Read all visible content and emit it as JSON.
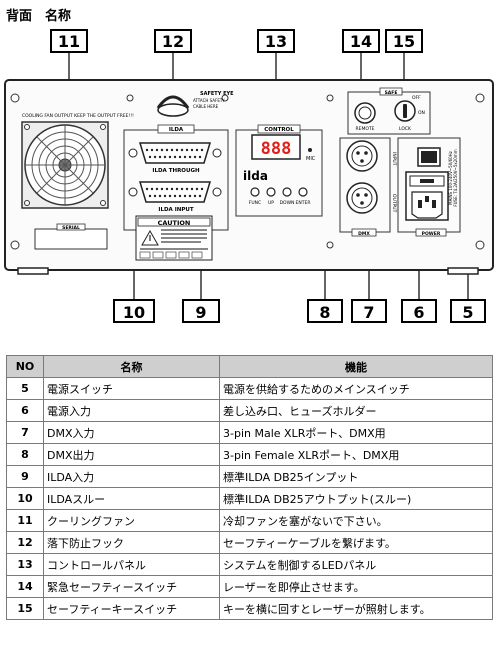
{
  "page": {
    "title": "背面　名称"
  },
  "diagram": {
    "callouts_top": [
      "11",
      "12",
      "13",
      "14",
      "15"
    ],
    "callouts_bottom": [
      "10",
      "9",
      "8",
      "7",
      "6",
      "5"
    ],
    "panel_labels": {
      "cooling_fan": "COOLING FAN OUTPUT   KEEP THE OUTPUT FREE!!!",
      "serial": "SERIAL",
      "safety_eye": "SAFETY EYE",
      "safety_eye_sub1": "ATTACH SAFETY",
      "safety_eye_sub2": "CABLE HERE",
      "ilda_section": "ILDA",
      "ilda_through": "ILDA   THROUGH",
      "ilda_input": "ILDA   INPUT",
      "control": "CONTROL",
      "display": "888",
      "mic": "MIC",
      "ilda_logo": "ilda",
      "func": "FUNC",
      "up": "UP",
      "down": "DOWN",
      "enter": "ENTER",
      "safe": "SAFE",
      "off": "OFF",
      "on": "ON",
      "remote": "REMOTE",
      "lock": "LOCK",
      "input": "INPUT",
      "output": "OUTPUT",
      "dmx": "DMX",
      "power": "POWER",
      "mains_1": "MAINS 100-240V~50/60Hz",
      "mains_2": "FUSE: T4.2A/250V~5x20mm",
      "caution": "CAUTION"
    }
  },
  "table": {
    "headers": [
      "NO",
      "名称",
      "機能"
    ],
    "rows": [
      {
        "no": "5",
        "name": "電源スイッチ",
        "func": "電源を供給するためのメインスイッチ"
      },
      {
        "no": "6",
        "name": "電源入力",
        "func": "差し込み口、ヒューズホルダー"
      },
      {
        "no": "7",
        "name": "DMX入力",
        "func": "3-pin Male XLRポート、DMX用"
      },
      {
        "no": "8",
        "name": "DMX出力",
        "func": "3-pin Female XLRポート、DMX用"
      },
      {
        "no": "9",
        "name": "ILDA入力",
        "func": "標準ILDA DB25インプット"
      },
      {
        "no": "10",
        "name": "ILDAスルー",
        "func": "標準ILDA DB25アウトプット(スルー)"
      },
      {
        "no": "11",
        "name": "クーリングファン",
        "func": "冷却ファンを塞がないで下さい。"
      },
      {
        "no": "12",
        "name": "落下防止フック",
        "func": "セーフティーケーブルを繋げます。"
      },
      {
        "no": "13",
        "name": "コントロールパネル",
        "func": "システムを制御するLEDパネル"
      },
      {
        "no": "14",
        "name": "緊急セーフティースイッチ",
        "func": "レーザーを即停止させます。"
      },
      {
        "no": "15",
        "name": "セーフティーキースイッチ",
        "func": "キーを横に回すとレーザーが照射します。"
      }
    ]
  }
}
